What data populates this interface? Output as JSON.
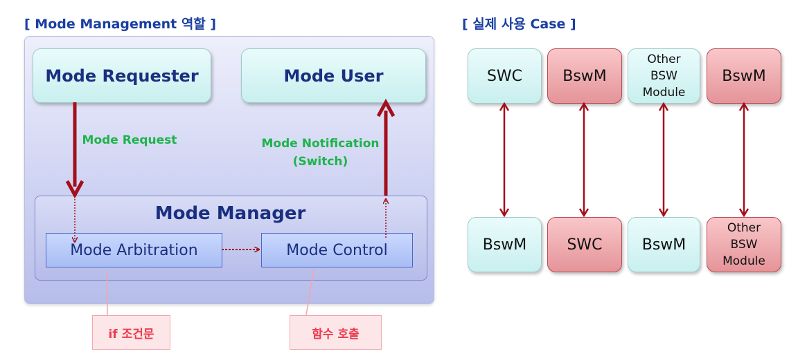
{
  "left": {
    "title": "[ Mode Management 역할 ]",
    "mode_requester": "Mode Requester",
    "mode_user": "Mode User",
    "mode_request_label": "Mode Request",
    "mode_notification_label": "Mode Notification",
    "mode_notification_sub": "(Switch)",
    "mode_manager": "Mode Manager",
    "mode_arbitration": "Mode Arbitration",
    "mode_control": "Mode Control",
    "callout_if": "if 조건문",
    "callout_call": "함수 호출"
  },
  "right": {
    "title": "[ 실제 사용 Case ]",
    "columns": [
      {
        "top": [
          "SWC"
        ],
        "top_color": "aqua",
        "bottom": [
          "BswM"
        ],
        "bottom_color": "aqua"
      },
      {
        "top": [
          "BswM"
        ],
        "top_color": "pink",
        "bottom": [
          "SWC"
        ],
        "bottom_color": "pink"
      },
      {
        "top": [
          "Other",
          "BSW",
          "Module"
        ],
        "top_color": "aqua",
        "bottom": [
          "BswM"
        ],
        "bottom_color": "aqua"
      },
      {
        "top": [
          "BswM"
        ],
        "top_color": "pink",
        "bottom": [
          "Other",
          "BSW",
          "Module"
        ],
        "bottom_color": "pink"
      }
    ]
  },
  "colors": {
    "title": "#1a3fa3",
    "arrow": "#a30f1a",
    "green_text": "#1db34a",
    "callout_text": "#ec3b4d",
    "aqua_box": "#d6f4f4",
    "pink_box": "#eeaaad"
  }
}
